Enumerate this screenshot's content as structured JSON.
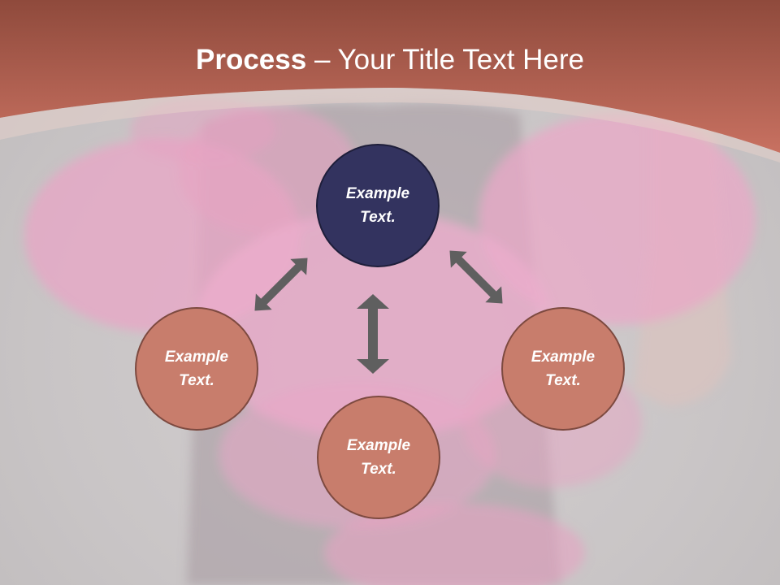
{
  "title": {
    "bold": "Process",
    "rest": " – Your Title Text Here"
  },
  "colors": {
    "header": "#b7614d",
    "center_node": "#33335f",
    "outer_node": "#c87d6c",
    "arrow": "#5f5f5f"
  },
  "nodes": {
    "center": {
      "label": "Example Text."
    },
    "left": {
      "label": "Example Text."
    },
    "right": {
      "label": "Example Text."
    },
    "bottom": {
      "label": "Example Text."
    }
  }
}
